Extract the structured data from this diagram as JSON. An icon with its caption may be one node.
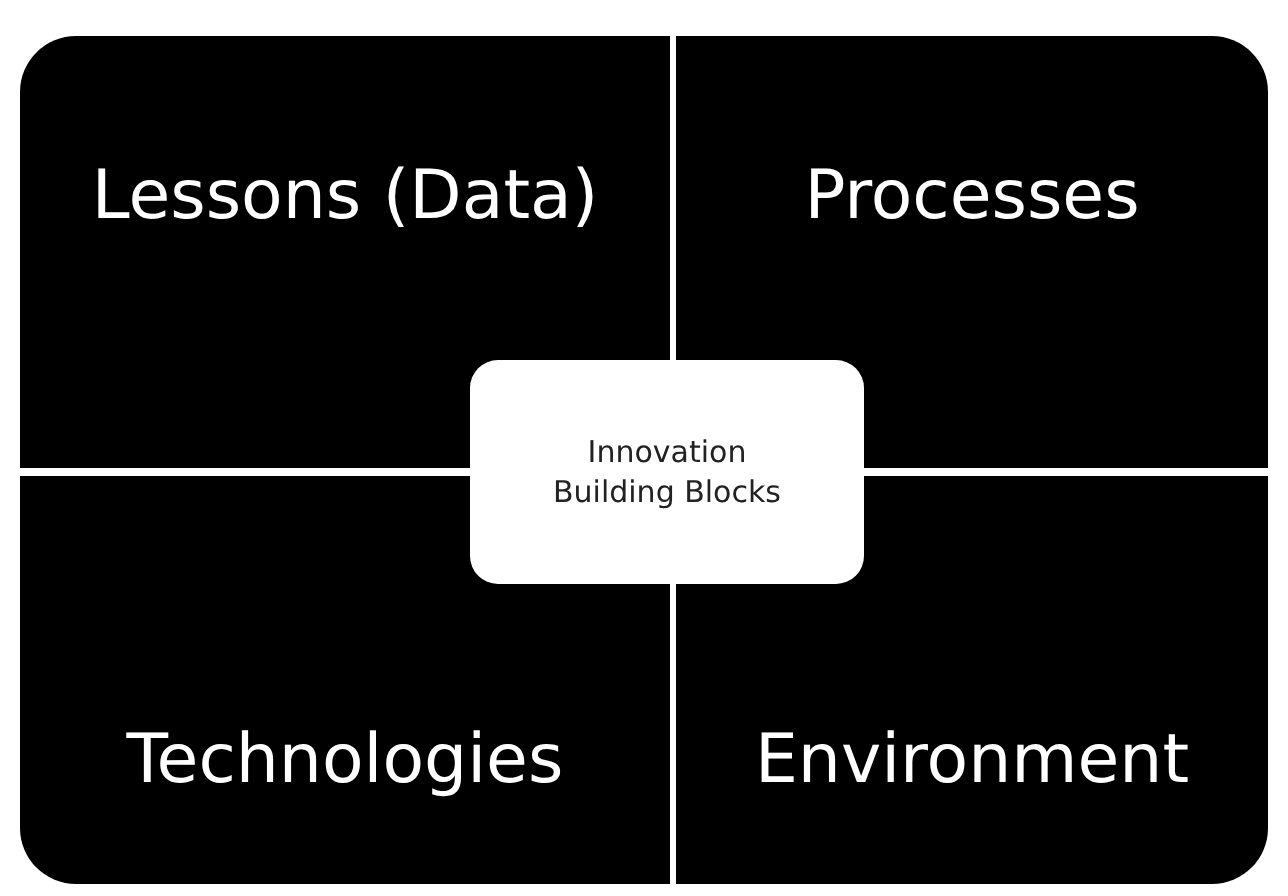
{
  "diagram": {
    "nodes": [
      {
        "text": [
          "Lessons (Data)"
        ]
      },
      {
        "text": [
          "Processes"
        ]
      },
      {
        "text": [
          "Technologies"
        ]
      },
      {
        "text": [
          "Environment"
        ]
      },
      {
        "text": [
          "Innovation Building Blocks"
        ]
      }
    ]
  }
}
